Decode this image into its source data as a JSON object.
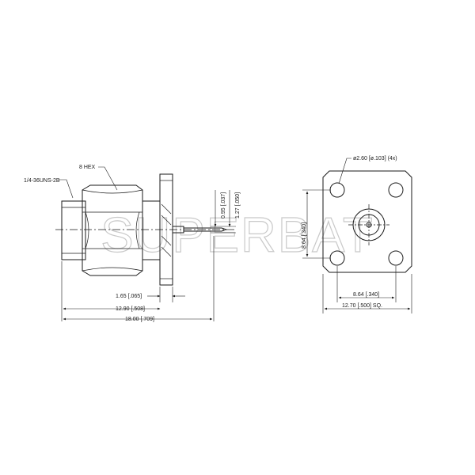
{
  "watermark": "SUPERBAT",
  "side_view": {
    "thread_label": "1/4-36UNS-2B",
    "hex_label": "8 HEX",
    "dim_pin_dia": "0.95 [.037]",
    "dim_pin_len": "1.27 [.050]",
    "dim_flange": "1.65 [.065]",
    "dim_body": "12.90 [.508]",
    "dim_overall": "18.00 [.709]"
  },
  "front_view": {
    "hole_label": "ø2.60 [ø.103] (4x)",
    "dim_hole_spacing_v": "8.64 [.340]",
    "dim_hole_spacing_h": "8.64 [.340]",
    "dim_flange_sq": "12.70 [.500] SQ."
  }
}
